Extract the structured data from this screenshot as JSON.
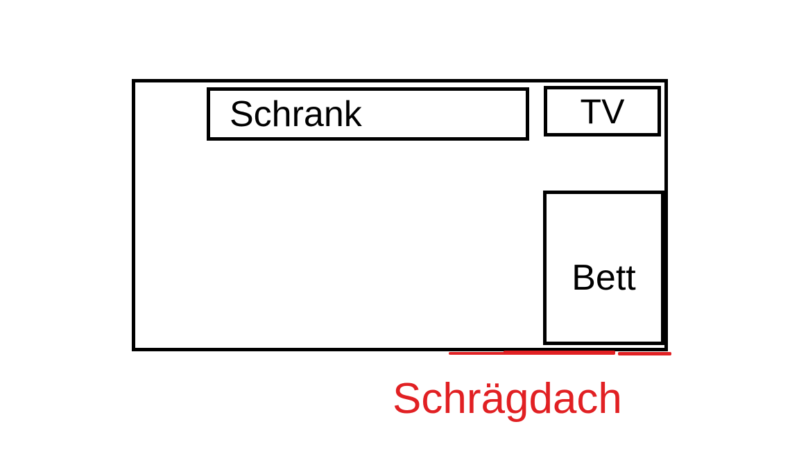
{
  "diagram": {
    "type": "room-floor-plan-sketch",
    "room": {
      "name": "room-outline",
      "wall_color": "#000000",
      "background_color": "#ffffff"
    },
    "furniture": [
      {
        "id": "schrank",
        "label": "Schrank"
      },
      {
        "id": "tv",
        "label": "TV"
      },
      {
        "id": "bett",
        "label": "Bett"
      }
    ],
    "annotation": {
      "label": "Schrägdach",
      "color": "#e12023",
      "underline_color": "#e12023",
      "underline_position": "bottom-right-wall"
    }
  }
}
